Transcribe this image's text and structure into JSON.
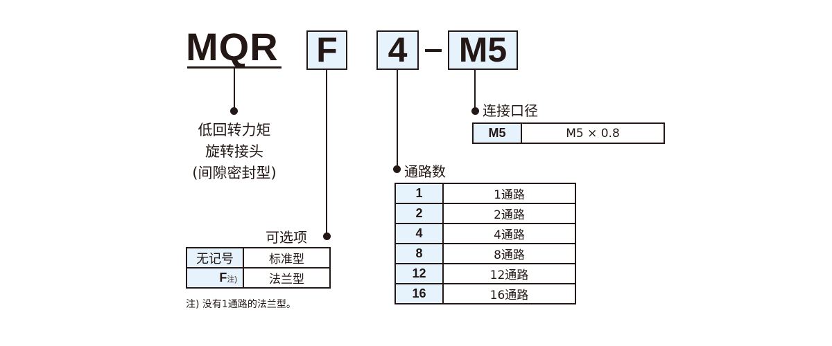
{
  "code": {
    "series": "MQR",
    "option": "F",
    "ports": "4",
    "separator": "-",
    "connection": "M5"
  },
  "series_description": [
    "低回转力矩",
    "旋转接头",
    "(间隙密封型)"
  ],
  "option_section": {
    "title": "可选项",
    "rows": [
      {
        "key": "无记号",
        "value": "标准型"
      },
      {
        "key": "F",
        "key_note": "注)",
        "value": "法兰型"
      }
    ],
    "note": "注) 没有1通路的法兰型。"
  },
  "ports_section": {
    "title": "通路数",
    "rows": [
      {
        "key": "1",
        "value": "1通路"
      },
      {
        "key": "2",
        "value": "2通路"
      },
      {
        "key": "4",
        "value": "4通路"
      },
      {
        "key": "8",
        "value": "8通路"
      },
      {
        "key": "12",
        "value": "12通路"
      },
      {
        "key": "16",
        "value": "16通路"
      }
    ]
  },
  "connection_section": {
    "title": "连接口径",
    "rows": [
      {
        "key": "M5",
        "value": "M5 × 0.8"
      }
    ]
  },
  "colors": {
    "line": "#231815",
    "key_fill": "#e6f3fc"
  }
}
